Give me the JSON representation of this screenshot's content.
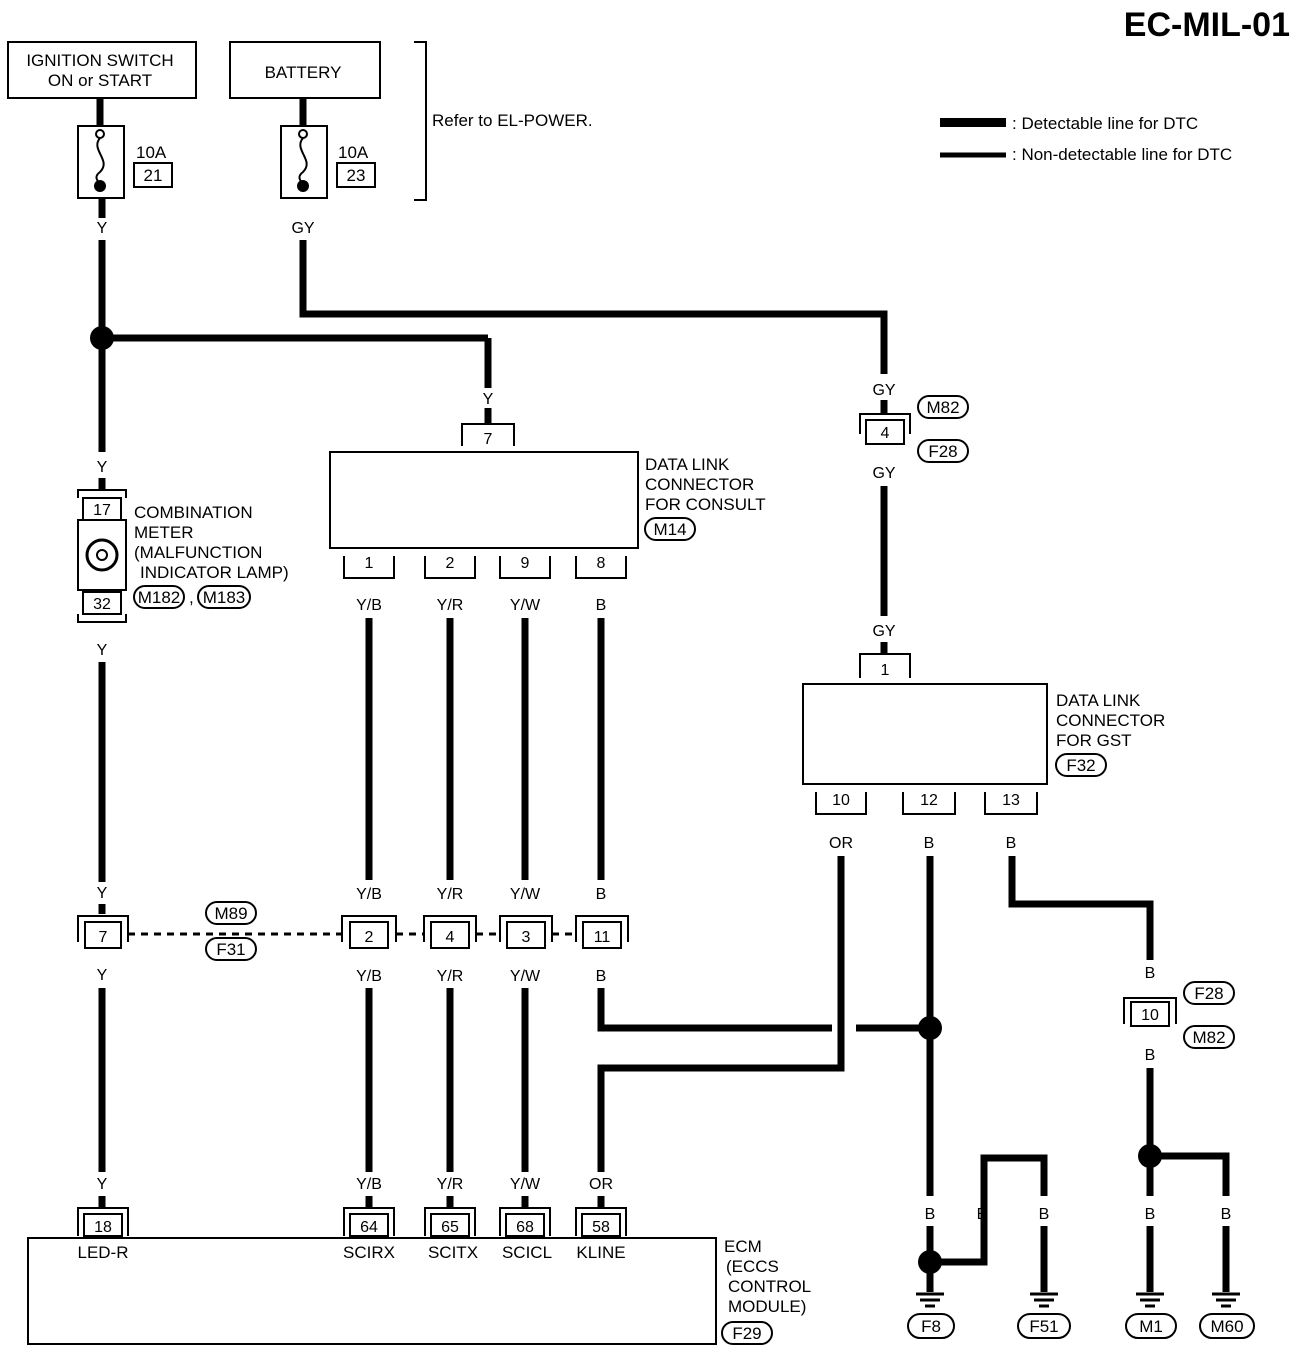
{
  "diagram_id": "EC-MIL-01",
  "legend": {
    "detectable": ": Detectable line for DTC",
    "non_detectable": ": Non-detectable line for DTC"
  },
  "sources": {
    "ignition_line1": "IGNITION SWITCH",
    "ignition_line2": "ON or START",
    "battery": "BATTERY",
    "refer": "Refer to EL-POWER."
  },
  "fuses": {
    "ign": {
      "rating": "10A",
      "number": "21"
    },
    "bat": {
      "rating": "10A",
      "number": "23"
    }
  },
  "components": {
    "dlc_consult": {
      "line1": "DATA LINK",
      "line2": "CONNECTOR",
      "line3": "FOR CONSULT",
      "conn": "M14"
    },
    "dlc_gst": {
      "line1": "DATA LINK",
      "line2": "CONNECTOR",
      "line3": "FOR GST",
      "conn": "F32"
    },
    "meter": {
      "line1": "COMBINATION",
      "line2": "METER",
      "line3": "(MALFUNCTION",
      "line4": "INDICATOR LAMP)",
      "conn1": "M182",
      "sep": ",",
      "conn2": "M183",
      "pin_top": "17",
      "pin_bot": "32"
    },
    "ecm": {
      "line1": "ECM",
      "line2": "(ECCS",
      "line3": "CONTROL",
      "line4": "MODULE)",
      "conn": "F29"
    }
  },
  "connectors": {
    "m82_top": "M82",
    "f28_top": "F28",
    "m89": "M89",
    "f31": "F31",
    "f28_bot": "F28",
    "m82_bot": "M82"
  },
  "pins": {
    "consult_top": "7",
    "consult_1": "1",
    "consult_2": "2",
    "consult_9": "9",
    "consult_8": "8",
    "inline_gy": "4",
    "gst_top": "1",
    "gst_10": "10",
    "gst_12": "12",
    "gst_13": "13",
    "j_7": "7",
    "j_2": "2",
    "j_4": "4",
    "j_3": "3",
    "j_11": "11",
    "j_10": "10",
    "ecm_18": "18",
    "ecm_64": "64",
    "ecm_65": "65",
    "ecm_68": "68",
    "ecm_58": "58"
  },
  "ecm_terminals": {
    "t18": "LED-R",
    "t64": "SCIRX",
    "t65": "SCITX",
    "t68": "SCICL",
    "t58": "KLINE"
  },
  "wires": {
    "y": "Y",
    "gy": "GY",
    "yb": "Y/B",
    "yr": "Y/R",
    "yw": "Y/W",
    "b": "B",
    "or": "OR"
  },
  "grounds": {
    "g1": "F8",
    "g2": "F51",
    "g3": "M1",
    "g4": "M60"
  }
}
